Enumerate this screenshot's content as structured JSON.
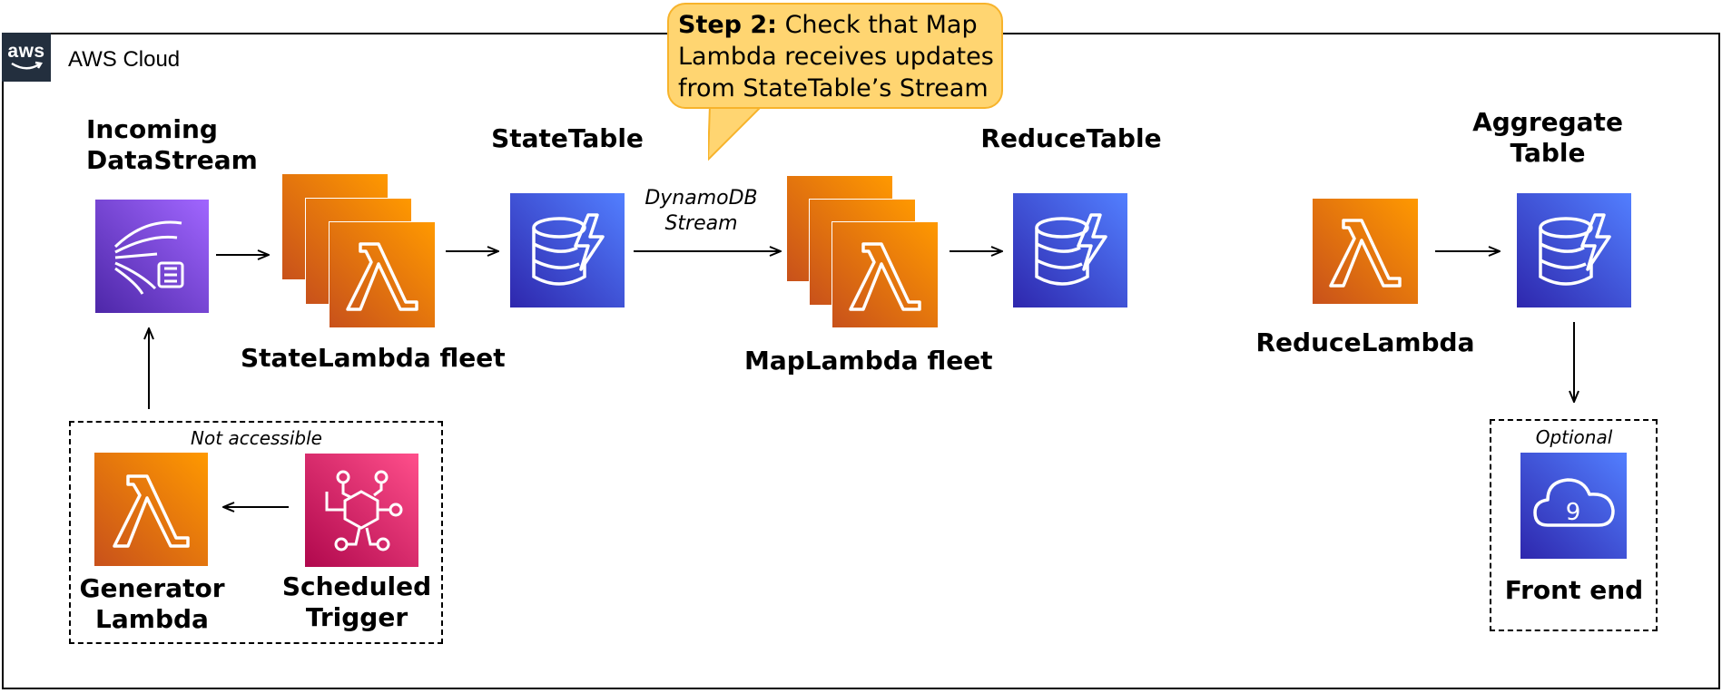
{
  "cloud": {
    "badge": "aws",
    "title": "AWS Cloud"
  },
  "callout": {
    "step": "Step 2:",
    "text": " Check that Map Lambda receives updates from StateTable’s Stream"
  },
  "nodes": {
    "incoming": {
      "line1": "Incoming",
      "line2": "DataStream",
      "icon": "kinesis-data-stream-icon"
    },
    "state_lambda": {
      "label": "StateLambda fleet",
      "icon": "lambda-icon"
    },
    "state_table": {
      "label": "StateTable",
      "icon": "dynamodb-icon"
    },
    "stream_edge": {
      "line1": "DynamoDB",
      "line2": "Stream"
    },
    "map_lambda": {
      "label": "MapLambda fleet",
      "icon": "lambda-icon"
    },
    "reduce_table": {
      "label": "ReduceTable",
      "icon": "dynamodb-icon"
    },
    "reduce_lambda": {
      "label": "ReduceLambda",
      "icon": "lambda-icon"
    },
    "aggregate": {
      "line1": "Aggregate",
      "line2": "Table",
      "icon": "dynamodb-icon"
    },
    "generator": {
      "line1": "Generator",
      "line2": "Lambda",
      "icon": "lambda-icon"
    },
    "trigger": {
      "line1": "Scheduled",
      "line2": "Trigger",
      "icon": "eventbridge-icon"
    },
    "frontend": {
      "label": "Front end",
      "icon": "cloud9-icon"
    }
  },
  "groups": {
    "not_accessible": "Not accessible",
    "optional": "Optional"
  },
  "colors": {
    "lambda": "#ed7100",
    "dynamodb": "#3b48cc",
    "kinesis": "#8c4fff",
    "eventbridge": "#e7157b",
    "callout": "#ffd571",
    "aws_badge": "#232f3e"
  }
}
